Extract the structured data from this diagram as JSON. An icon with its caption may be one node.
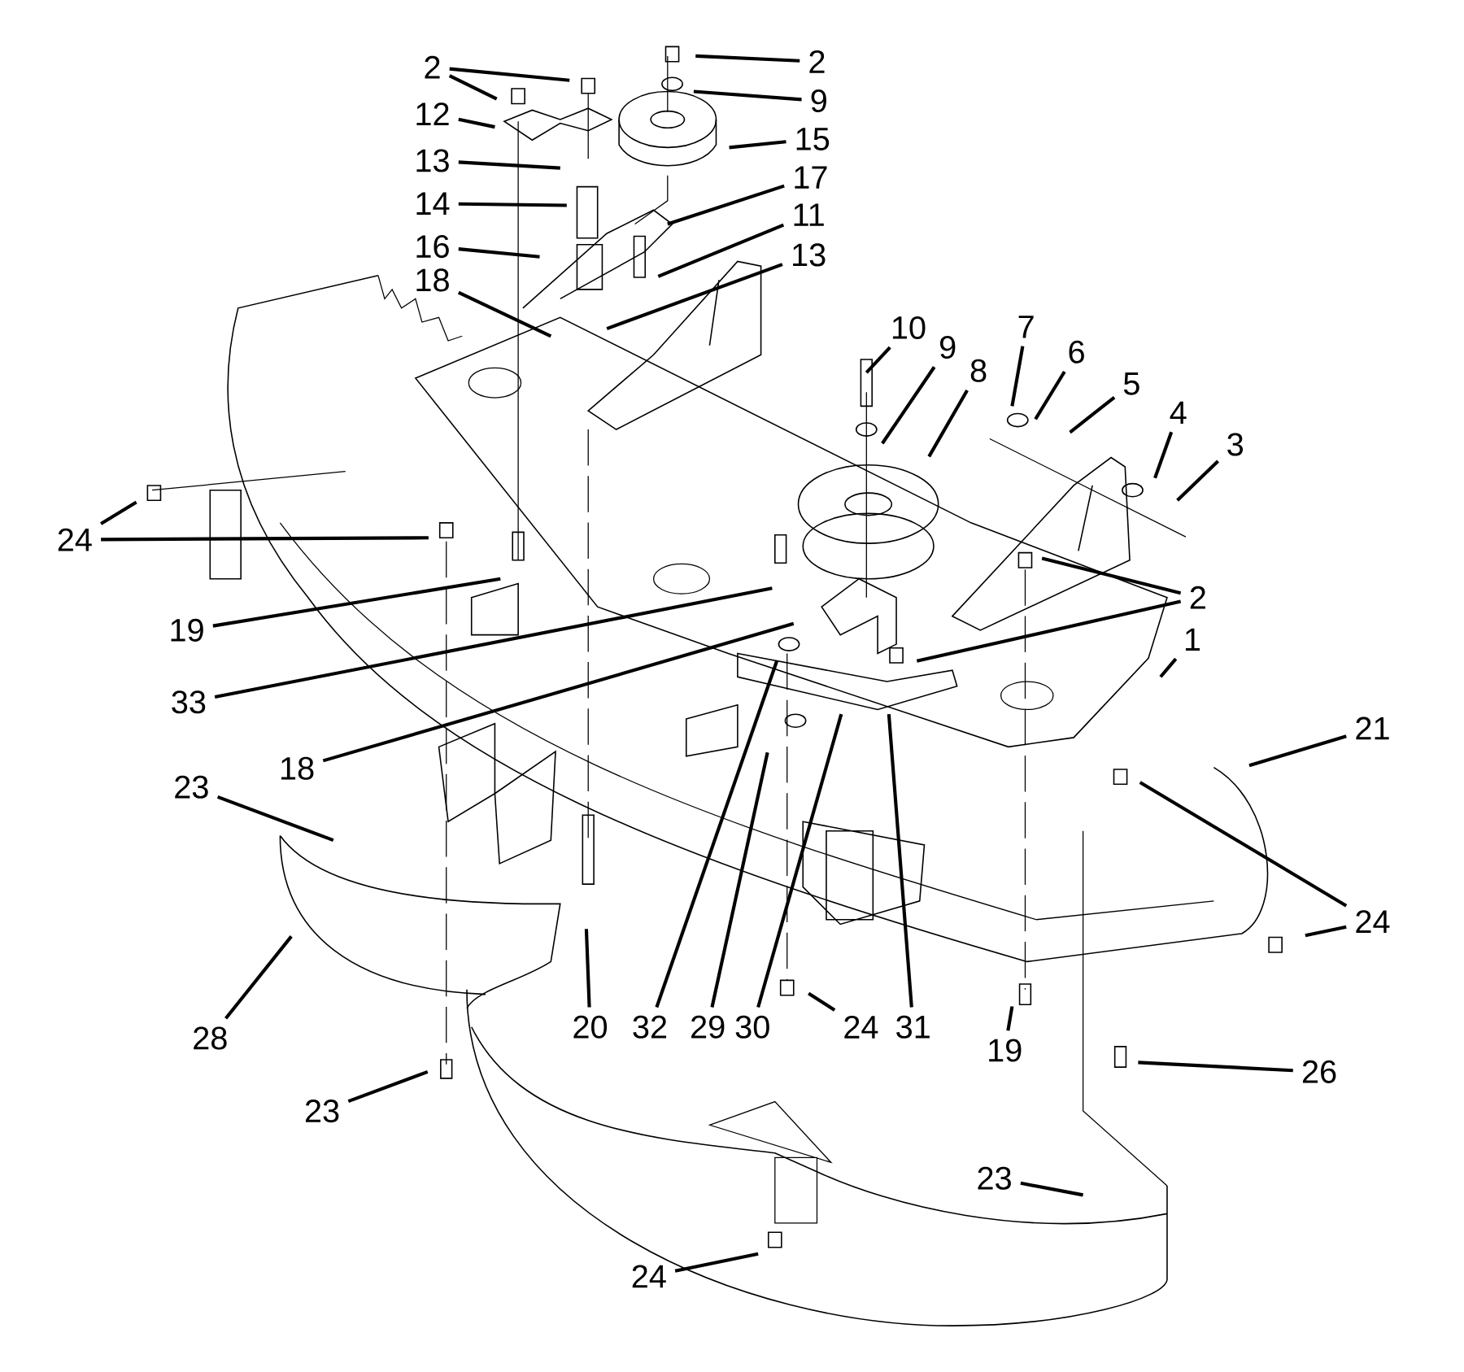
{
  "diagram": {
    "nodes": [
      {
        "text": [
          "2"
        ]
      },
      {
        "text": [
          "12"
        ]
      },
      {
        "text": [
          "13"
        ]
      },
      {
        "text": [
          "14"
        ]
      },
      {
        "text": [
          "16"
        ]
      },
      {
        "text": [
          "18"
        ]
      },
      {
        "text": [
          "2"
        ]
      },
      {
        "text": [
          "9"
        ]
      },
      {
        "text": [
          "15"
        ]
      },
      {
        "text": [
          "17"
        ]
      },
      {
        "text": [
          "11"
        ]
      },
      {
        "text": [
          "13"
        ]
      },
      {
        "text": [
          "10"
        ]
      },
      {
        "text": [
          "9"
        ]
      },
      {
        "text": [
          "8"
        ]
      },
      {
        "text": [
          "7"
        ]
      },
      {
        "text": [
          "6"
        ]
      },
      {
        "text": [
          "5"
        ]
      },
      {
        "text": [
          "4"
        ]
      },
      {
        "text": [
          "3"
        ]
      },
      {
        "text": [
          "2"
        ]
      },
      {
        "text": [
          "1"
        ]
      },
      {
        "text": [
          "24"
        ]
      },
      {
        "text": [
          "19"
        ]
      },
      {
        "text": [
          "33"
        ]
      },
      {
        "text": [
          "18"
        ]
      },
      {
        "text": [
          "23"
        ]
      },
      {
        "text": [
          "28"
        ]
      },
      {
        "text": [
          "23"
        ]
      },
      {
        "text": [
          "20"
        ]
      },
      {
        "text": [
          "32"
        ]
      },
      {
        "text": [
          "29"
        ]
      },
      {
        "text": [
          "30"
        ]
      },
      {
        "text": [
          "24"
        ]
      },
      {
        "text": [
          "31"
        ]
      },
      {
        "text": [
          "19"
        ]
      },
      {
        "text": [
          "21"
        ]
      },
      {
        "text": [
          "24"
        ]
      },
      {
        "text": [
          "26"
        ]
      },
      {
        "text": [
          "23"
        ]
      },
      {
        "text": [
          "24"
        ]
      }
    ],
    "edges": [
      {
        "from": 0,
        "to": null,
        "arrow": "none"
      },
      {
        "from": 0,
        "to": null,
        "arrow": "none"
      },
      {
        "from": 1,
        "to": null,
        "arrow": "none"
      },
      {
        "from": 2,
        "to": null,
        "arrow": "none"
      },
      {
        "from": 3,
        "to": null,
        "arrow": "none"
      },
      {
        "from": 4,
        "to": null,
        "arrow": "none"
      },
      {
        "from": 5,
        "to": null,
        "arrow": "none"
      },
      {
        "from": 6,
        "to": null,
        "arrow": "none"
      },
      {
        "from": 7,
        "to": null,
        "arrow": "none"
      },
      {
        "from": 8,
        "to": null,
        "arrow": "none"
      },
      {
        "from": 9,
        "to": null,
        "arrow": "none"
      },
      {
        "from": 10,
        "to": null,
        "arrow": "none"
      },
      {
        "from": 11,
        "to": null,
        "arrow": "none"
      },
      {
        "from": 12,
        "to": null,
        "arrow": "none"
      },
      {
        "from": 13,
        "to": null,
        "arrow": "none"
      },
      {
        "from": 14,
        "to": null,
        "arrow": "none"
      },
      {
        "from": 15,
        "to": null,
        "arrow": "none"
      },
      {
        "from": 16,
        "to": null,
        "arrow": "none"
      },
      {
        "from": 17,
        "to": null,
        "arrow": "none"
      },
      {
        "from": 18,
        "to": null,
        "arrow": "none"
      },
      {
        "from": 19,
        "to": null,
        "arrow": "none"
      },
      {
        "from": 20,
        "to": null,
        "arrow": "none"
      },
      {
        "from": 20,
        "to": null,
        "arrow": "none"
      },
      {
        "from": 21,
        "to": null,
        "arrow": "none"
      },
      {
        "from": 22,
        "to": null,
        "arrow": "none"
      },
      {
        "from": 22,
        "to": null,
        "arrow": "none"
      },
      {
        "from": 23,
        "to": null,
        "arrow": "none"
      },
      {
        "from": 24,
        "to": null,
        "arrow": "none"
      },
      {
        "from": 25,
        "to": null,
        "arrow": "none"
      },
      {
        "from": 26,
        "to": null,
        "arrow": "none"
      },
      {
        "from": 27,
        "to": null,
        "arrow": "none"
      },
      {
        "from": 28,
        "to": null,
        "arrow": "none"
      },
      {
        "from": 29,
        "to": null,
        "arrow": "none"
      },
      {
        "from": 30,
        "to": null,
        "arrow": "none"
      },
      {
        "from": 31,
        "to": null,
        "arrow": "none"
      },
      {
        "from": 32,
        "to": null,
        "arrow": "none"
      },
      {
        "from": 33,
        "to": null,
        "arrow": "none"
      },
      {
        "from": 34,
        "to": null,
        "arrow": "none"
      },
      {
        "from": 35,
        "to": null,
        "arrow": "none"
      },
      {
        "from": 36,
        "to": null,
        "arrow": "none"
      },
      {
        "from": 37,
        "to": null,
        "arrow": "none"
      },
      {
        "from": 37,
        "to": null,
        "arrow": "none"
      },
      {
        "from": 38,
        "to": null,
        "arrow": "none"
      },
      {
        "from": 39,
        "to": null,
        "arrow": "none"
      },
      {
        "from": 40,
        "to": null,
        "arrow": "none"
      }
    ]
  }
}
